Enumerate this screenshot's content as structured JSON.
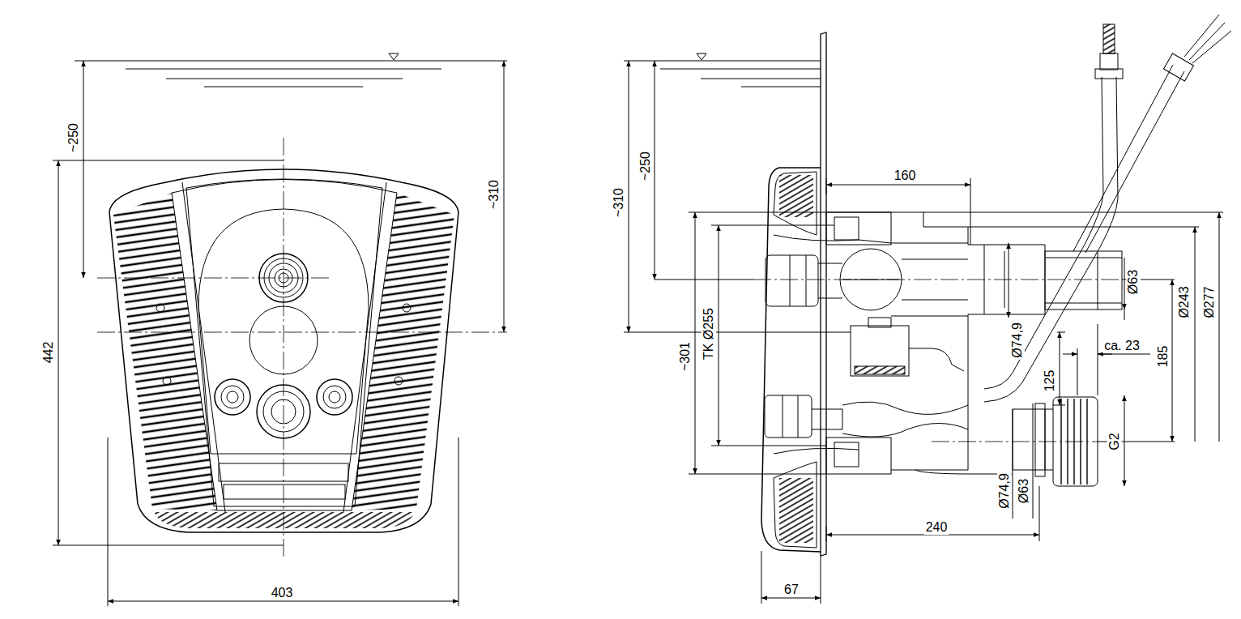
{
  "diagram": {
    "labels": [
      "~250",
      "~310",
      "442",
      "403",
      "~310",
      "~250",
      "160",
      "~301",
      "TK Ø255",
      "Ø63",
      "Ø74,9",
      "ca. 23",
      "Ø243",
      "Ø277",
      "185",
      "125",
      "G2",
      "Ø74,9",
      "Ø63",
      "240",
      "67"
    ]
  }
}
